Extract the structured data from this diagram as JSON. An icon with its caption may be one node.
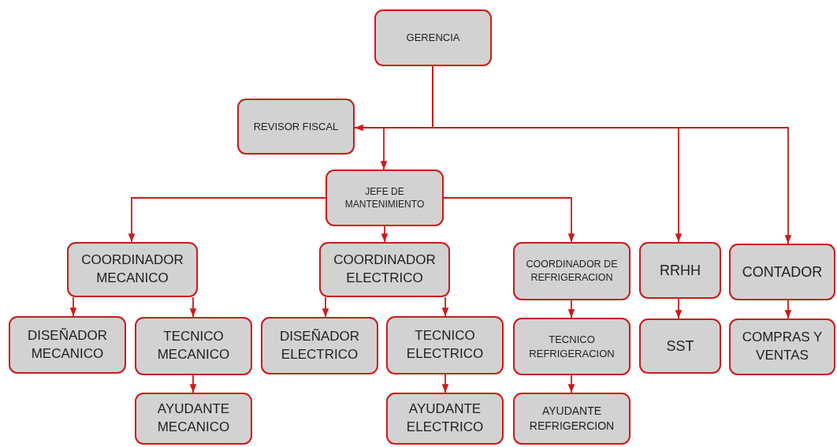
{
  "diagram": {
    "nodes": [
      {
        "text": [
          "GERENCIA"
        ]
      },
      {
        "text": [
          "REVISOR FISCAL"
        ]
      },
      {
        "text": [
          "JEFE DE MANTENIMIENTO"
        ]
      },
      {
        "text": [
          "COORDINADOR MECANICO"
        ]
      },
      {
        "text": [
          "COORDINADOR ELECTRICO"
        ]
      },
      {
        "text": [
          "COORDINADOR DE REFRIGERACION"
        ]
      },
      {
        "text": [
          "RRHH"
        ]
      },
      {
        "text": [
          "CONTADOR"
        ]
      },
      {
        "text": [
          "DISEÑADOR MECANICO"
        ]
      },
      {
        "text": [
          "TECNICO MECANICO"
        ]
      },
      {
        "text": [
          "AYUDANTE MECANICO"
        ]
      },
      {
        "text": [
          "DISEÑADOR ELECTRICO"
        ]
      },
      {
        "text": [
          "TECNICO ELECTRICO"
        ]
      },
      {
        "text": [
          "AYUDANTE ELECTRICO"
        ]
      },
      {
        "text": [
          "TECNICO REFRIGERACION"
        ]
      },
      {
        "text": [
          "AYUDANTE REFRIGERCION"
        ]
      },
      {
        "text": [
          "SST"
        ]
      },
      {
        "text": [
          "COMPRAS Y VENTAS"
        ]
      }
    ],
    "edges": [
      {
        "from": 0,
        "to": 1,
        "arrow": "to"
      },
      {
        "from": 0,
        "to": 2,
        "arrow": "to"
      },
      {
        "from": 0,
        "to": 6,
        "arrow": "to"
      },
      {
        "from": 0,
        "to": 7,
        "arrow": "to"
      },
      {
        "from": 2,
        "to": 3,
        "arrow": "to"
      },
      {
        "from": 2,
        "to": 4,
        "arrow": "to"
      },
      {
        "from": 2,
        "to": 5,
        "arrow": "to"
      },
      {
        "from": 3,
        "to": 8,
        "arrow": "to"
      },
      {
        "from": 3,
        "to": 9,
        "arrow": "to"
      },
      {
        "from": 9,
        "to": 10,
        "arrow": "to"
      },
      {
        "from": 4,
        "to": 11,
        "arrow": "to"
      },
      {
        "from": 4,
        "to": 12,
        "arrow": "to"
      },
      {
        "from": 12,
        "to": 13,
        "arrow": "to"
      },
      {
        "from": 5,
        "to": 14,
        "arrow": "to"
      },
      {
        "from": 14,
        "to": 15,
        "arrow": "to"
      },
      {
        "from": 6,
        "to": 16,
        "arrow": "to"
      },
      {
        "from": 7,
        "to": 17,
        "arrow": "to"
      }
    ]
  }
}
